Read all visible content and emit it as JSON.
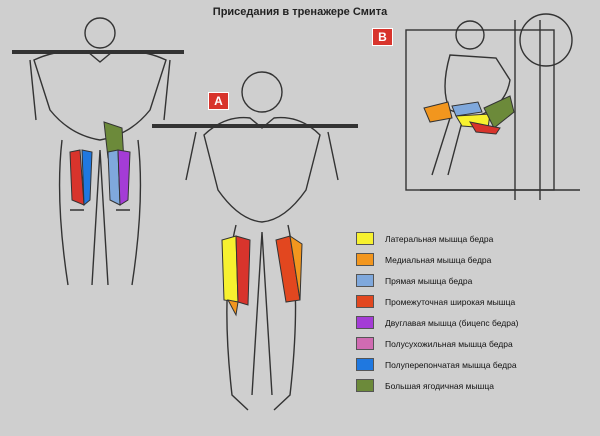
{
  "title": "Приседания в тренажере Смита",
  "badges": {
    "a": "A",
    "b": "B"
  },
  "legend": [
    {
      "label": "Латеральная мышца бедра",
      "color": "#f7f12f"
    },
    {
      "label": "Медиальная мышца бедра",
      "color": "#f2961e"
    },
    {
      "label": "Прямая мышца бедра",
      "color": "#7fa8dc"
    },
    {
      "label": "Промежуточная широкая мышца",
      "color": "#e2471f"
    },
    {
      "label": "Двуглавая мышца (бицепс бедра)",
      "color": "#a43cd6"
    },
    {
      "label": "Полусухожильная мышца бедра",
      "color": "#d06bb2"
    },
    {
      "label": "Полуперепончатая мышца бедра",
      "color": "#1f78e0"
    },
    {
      "label": "Большая ягодичная мышца",
      "color": "#6c8a3a"
    }
  ]
}
